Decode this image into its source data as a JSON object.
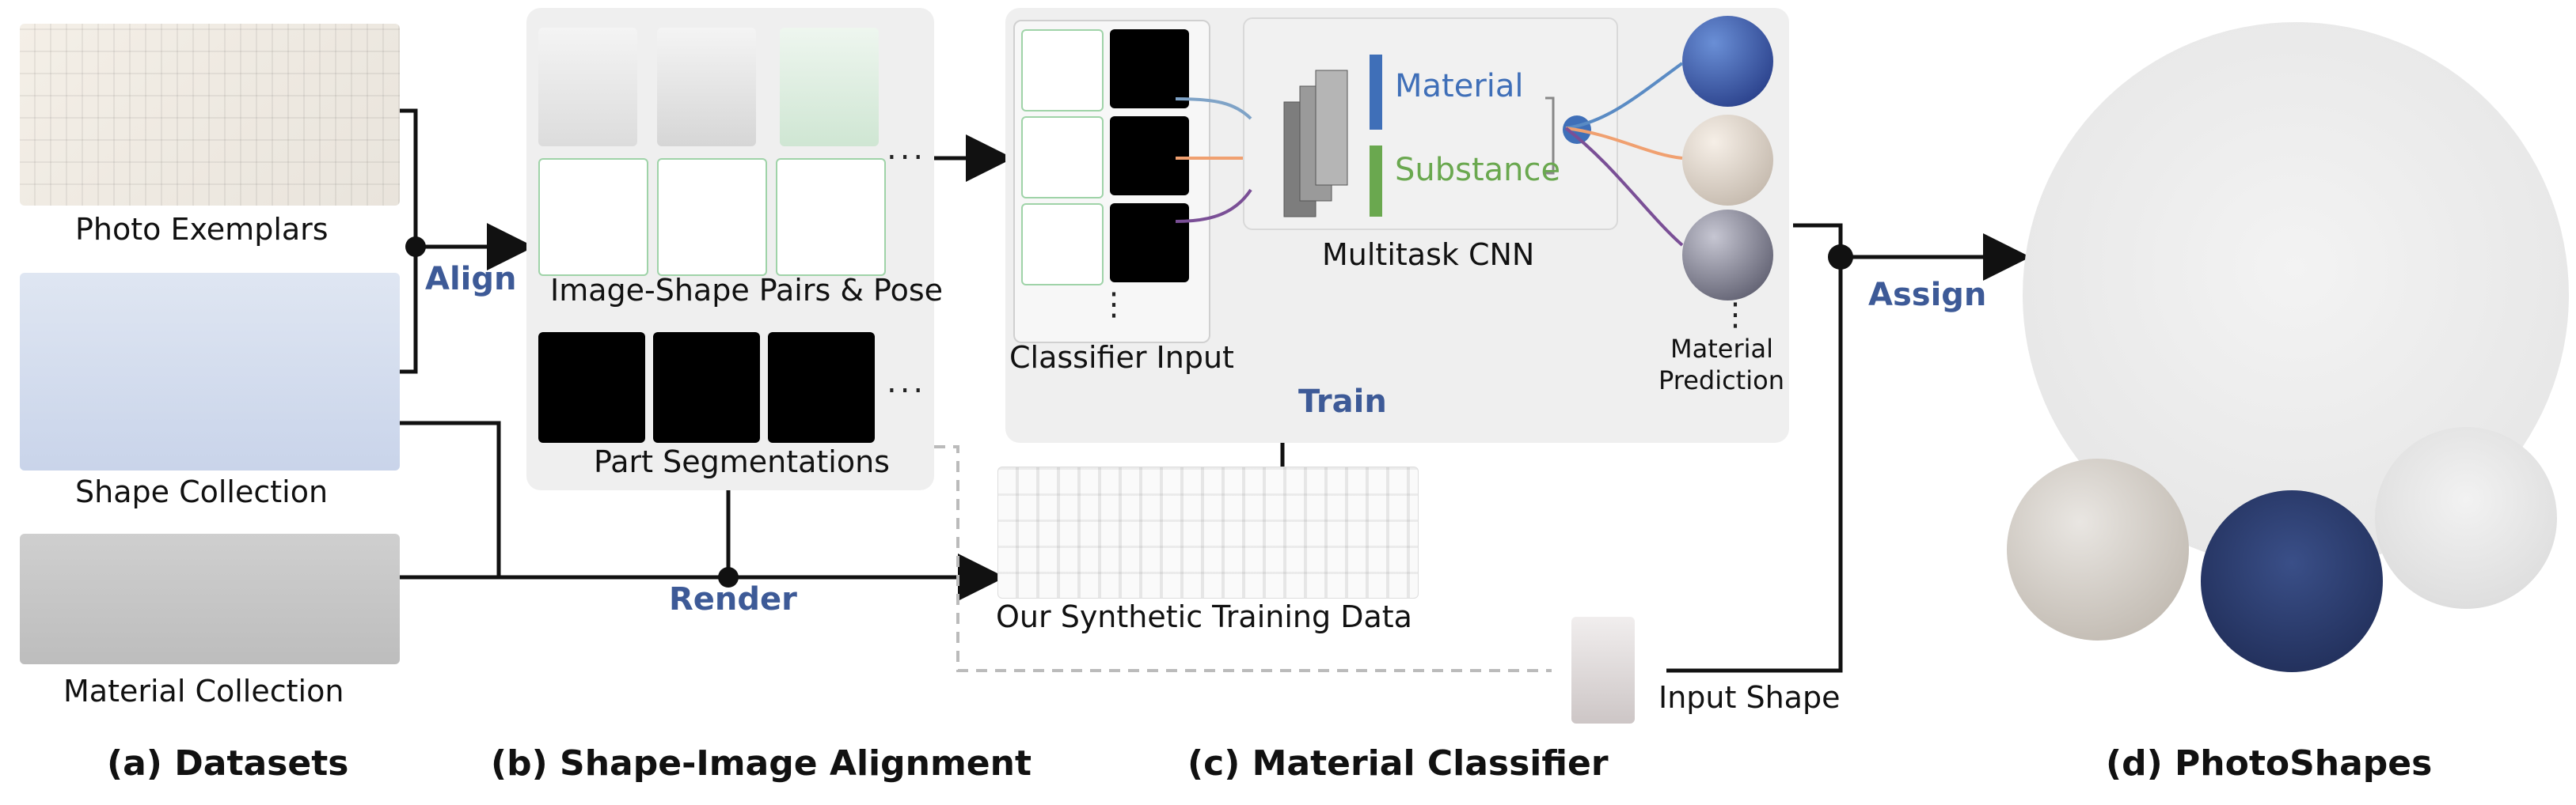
{
  "datasets": {
    "photo_exemplars": "Photo Exemplars",
    "shape_collection": "Shape Collection",
    "material_collection": "Material Collection"
  },
  "alignment": {
    "pairs_pose": "Image-Shape Pairs & Pose",
    "part_segmentations": "Part Segmentations",
    "ellipsis": "..."
  },
  "classifier": {
    "classifier_input": "Classifier Input",
    "material": "Material",
    "substance": "Substance",
    "multitask_cnn": "Multitask CNN",
    "material_prediction_1": "Material",
    "material_prediction_2": "Prediction",
    "vdots": "⋮"
  },
  "training": {
    "synthetic_data": "Our Synthetic Training Data",
    "input_shape": "Input Shape"
  },
  "steps": {
    "align": "Align",
    "render": "Render",
    "train": "Train",
    "assign": "Assign"
  },
  "captions": {
    "a": "(a) Datasets",
    "b": "(b) Shape-Image Alignment",
    "c": "(c) Material Classifier",
    "d": "(d) PhotoShapes"
  },
  "colors": {
    "step_blue": "#3d5a97",
    "material_blue": "#3f6fb8",
    "substance_green": "#6aa84f",
    "pair_border_green": "#9fd3a8"
  }
}
